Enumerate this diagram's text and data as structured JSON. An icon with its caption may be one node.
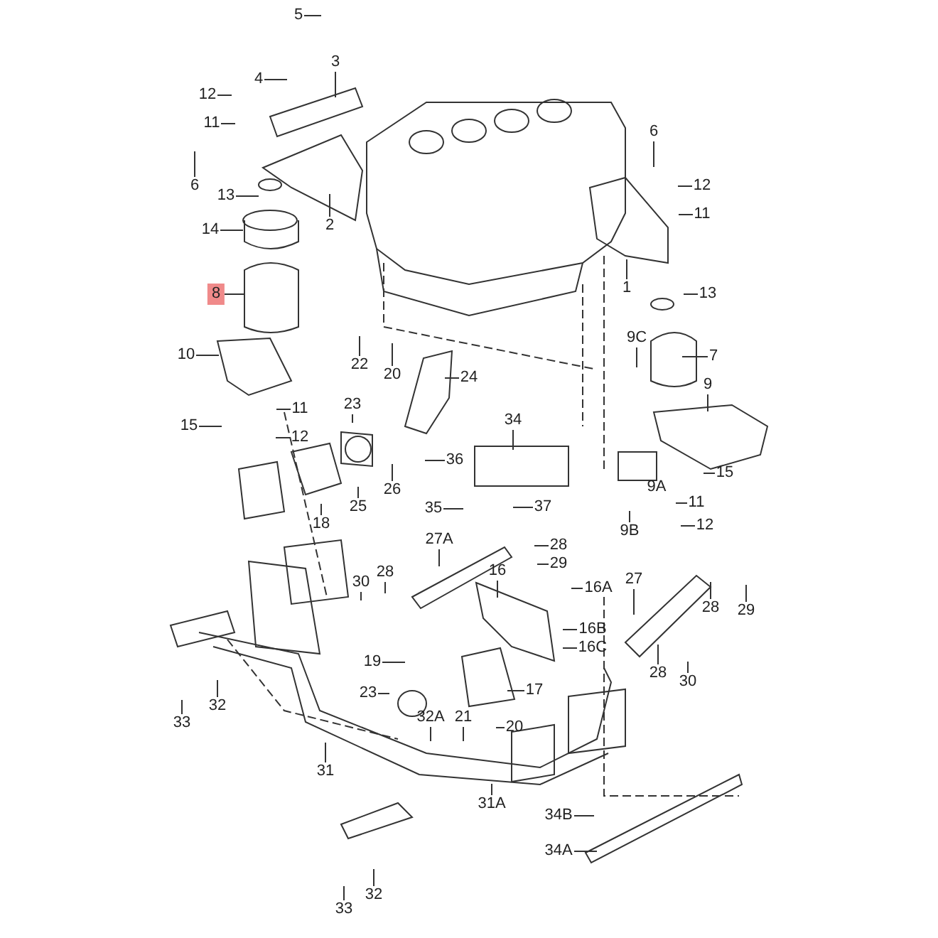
{
  "diagram": {
    "nodes": [
      {
        "text": [
          "5"
        ]
      },
      {
        "text": [
          "4"
        ]
      },
      {
        "text": [
          "3"
        ]
      },
      {
        "text": [
          "12"
        ]
      },
      {
        "text": [
          "11"
        ]
      },
      {
        "text": [
          "6"
        ]
      },
      {
        "text": [
          "6"
        ]
      },
      {
        "text": [
          "12"
        ]
      },
      {
        "text": [
          "11"
        ]
      },
      {
        "text": [
          "13"
        ]
      },
      {
        "text": [
          "14"
        ]
      },
      {
        "text": [
          "2"
        ]
      },
      {
        "text": [
          "1"
        ]
      },
      {
        "text": [
          "13"
        ]
      },
      {
        "text": [
          "8"
        ]
      },
      {
        "text": [
          "9C"
        ]
      },
      {
        "text": [
          "7"
        ]
      },
      {
        "text": [
          "10"
        ]
      },
      {
        "text": [
          "22"
        ]
      },
      {
        "text": [
          "20"
        ]
      },
      {
        "text": [
          "24"
        ]
      },
      {
        "text": [
          "9"
        ]
      },
      {
        "text": [
          "23"
        ]
      },
      {
        "text": [
          "34"
        ]
      },
      {
        "text": [
          "11"
        ]
      },
      {
        "text": [
          "12"
        ]
      },
      {
        "text": [
          "15"
        ]
      },
      {
        "text": [
          "36"
        ]
      },
      {
        "text": [
          "15"
        ]
      },
      {
        "text": [
          "26"
        ]
      },
      {
        "text": [
          "25"
        ]
      },
      {
        "text": [
          "9A"
        ]
      },
      {
        "text": [
          "37"
        ]
      },
      {
        "text": [
          "35"
        ]
      },
      {
        "text": [
          "18"
        ]
      },
      {
        "text": [
          "11"
        ]
      },
      {
        "text": [
          "12"
        ]
      },
      {
        "text": [
          "9B"
        ]
      },
      {
        "text": [
          "27A"
        ]
      },
      {
        "text": [
          "28"
        ]
      },
      {
        "text": [
          "29"
        ]
      },
      {
        "text": [
          "30"
        ]
      },
      {
        "text": [
          "28"
        ]
      },
      {
        "text": [
          "16"
        ]
      },
      {
        "text": [
          "16A"
        ]
      },
      {
        "text": [
          "27"
        ]
      },
      {
        "text": [
          "28"
        ]
      },
      {
        "text": [
          "29"
        ]
      },
      {
        "text": [
          "16B"
        ]
      },
      {
        "text": [
          "16C"
        ]
      },
      {
        "text": [
          "19"
        ]
      },
      {
        "text": [
          "23"
        ]
      },
      {
        "text": [
          "17"
        ]
      },
      {
        "text": [
          "28"
        ]
      },
      {
        "text": [
          "30"
        ]
      },
      {
        "text": [
          "33"
        ]
      },
      {
        "text": [
          "32"
        ]
      },
      {
        "text": [
          "32A"
        ]
      },
      {
        "text": [
          "21"
        ]
      },
      {
        "text": [
          "20"
        ]
      },
      {
        "text": [
          "31"
        ]
      },
      {
        "text": [
          "31A"
        ]
      },
      {
        "text": [
          "34B"
        ]
      },
      {
        "text": [
          "34A"
        ]
      },
      {
        "text": [
          "33"
        ]
      },
      {
        "text": [
          "32"
        ]
      }
    ],
    "edges": [
      {
        "from": 0,
        "to": null,
        "arrow": "none"
      },
      {
        "from": 1,
        "to": null,
        "arrow": "none"
      },
      {
        "from": 2,
        "to": null,
        "arrow": "none"
      },
      {
        "from": 3,
        "to": null,
        "arrow": "none"
      },
      {
        "from": 4,
        "to": null,
        "arrow": "none"
      },
      {
        "from": 5,
        "to": null,
        "arrow": "none"
      },
      {
        "from": 6,
        "to": null,
        "arrow": "none"
      },
      {
        "from": 7,
        "to": null,
        "arrow": "none"
      },
      {
        "from": 8,
        "to": null,
        "arrow": "none"
      },
      {
        "from": 9,
        "to": null,
        "arrow": "none"
      },
      {
        "from": 10,
        "to": null,
        "arrow": "none"
      },
      {
        "from": 11,
        "to": null,
        "arrow": "none"
      },
      {
        "from": 12,
        "to": null,
        "arrow": "none"
      },
      {
        "from": 13,
        "to": null,
        "arrow": "none"
      },
      {
        "from": 14,
        "to": null,
        "arrow": "none"
      },
      {
        "from": 15,
        "to": null,
        "arrow": "none"
      },
      {
        "from": 16,
        "to": null,
        "arrow": "none"
      },
      {
        "from": 17,
        "to": null,
        "arrow": "none"
      },
      {
        "from": 18,
        "to": null,
        "arrow": "none"
      },
      {
        "from": 19,
        "to": null,
        "arrow": "none"
      },
      {
        "from": 20,
        "to": null,
        "arrow": "none"
      },
      {
        "from": 21,
        "to": null,
        "arrow": "none"
      },
      {
        "from": 22,
        "to": null,
        "arrow": "none"
      },
      {
        "from": 23,
        "to": null,
        "arrow": "none"
      },
      {
        "from": 24,
        "to": null,
        "arrow": "none"
      },
      {
        "from": 25,
        "to": null,
        "arrow": "none"
      },
      {
        "from": 26,
        "to": null,
        "arrow": "none"
      },
      {
        "from": 27,
        "to": null,
        "arrow": "none"
      },
      {
        "from": 28,
        "to": null,
        "arrow": "none"
      },
      {
        "from": 29,
        "to": null,
        "arrow": "none"
      },
      {
        "from": 30,
        "to": null,
        "arrow": "none"
      },
      {
        "from": 31,
        "to": null,
        "arrow": "none"
      },
      {
        "from": 32,
        "to": null,
        "arrow": "none"
      },
      {
        "from": 33,
        "to": null,
        "arrow": "none"
      },
      {
        "from": 34,
        "to": null,
        "arrow": "none"
      },
      {
        "from": 35,
        "to": null,
        "arrow": "none"
      },
      {
        "from": 36,
        "to": null,
        "arrow": "none"
      },
      {
        "from": 37,
        "to": null,
        "arrow": "none"
      },
      {
        "from": 38,
        "to": null,
        "arrow": "none"
      },
      {
        "from": 39,
        "to": null,
        "arrow": "none"
      },
      {
        "from": 40,
        "to": null,
        "arrow": "none"
      },
      {
        "from": 41,
        "to": null,
        "arrow": "none"
      },
      {
        "from": 42,
        "to": null,
        "arrow": "none"
      },
      {
        "from": 43,
        "to": null,
        "arrow": "none"
      },
      {
        "from": 44,
        "to": null,
        "arrow": "none"
      },
      {
        "from": 45,
        "to": null,
        "arrow": "none"
      },
      {
        "from": 46,
        "to": null,
        "arrow": "none"
      },
      {
        "from": 47,
        "to": null,
        "arrow": "none"
      },
      {
        "from": 48,
        "to": null,
        "arrow": "none"
      },
      {
        "from": 49,
        "to": null,
        "arrow": "none"
      },
      {
        "from": 50,
        "to": null,
        "arrow": "none"
      },
      {
        "from": 51,
        "to": null,
        "arrow": "none"
      },
      {
        "from": 52,
        "to": null,
        "arrow": "none"
      },
      {
        "from": 53,
        "to": null,
        "arrow": "none"
      },
      {
        "from": 54,
        "to": null,
        "arrow": "none"
      },
      {
        "from": 55,
        "to": null,
        "arrow": "none"
      },
      {
        "from": 56,
        "to": null,
        "arrow": "none"
      },
      {
        "from": 57,
        "to": null,
        "arrow": "none"
      },
      {
        "from": 58,
        "to": null,
        "arrow": "none"
      },
      {
        "from": 59,
        "to": null,
        "arrow": "none"
      },
      {
        "from": 60,
        "to": null,
        "arrow": "none"
      },
      {
        "from": 61,
        "to": null,
        "arrow": "none"
      },
      {
        "from": 62,
        "to": null,
        "arrow": "none"
      },
      {
        "from": 63,
        "to": null,
        "arrow": "none"
      },
      {
        "from": 64,
        "to": null,
        "arrow": "none"
      },
      {
        "from": 65,
        "to": null,
        "arrow": "none"
      }
    ]
  }
}
